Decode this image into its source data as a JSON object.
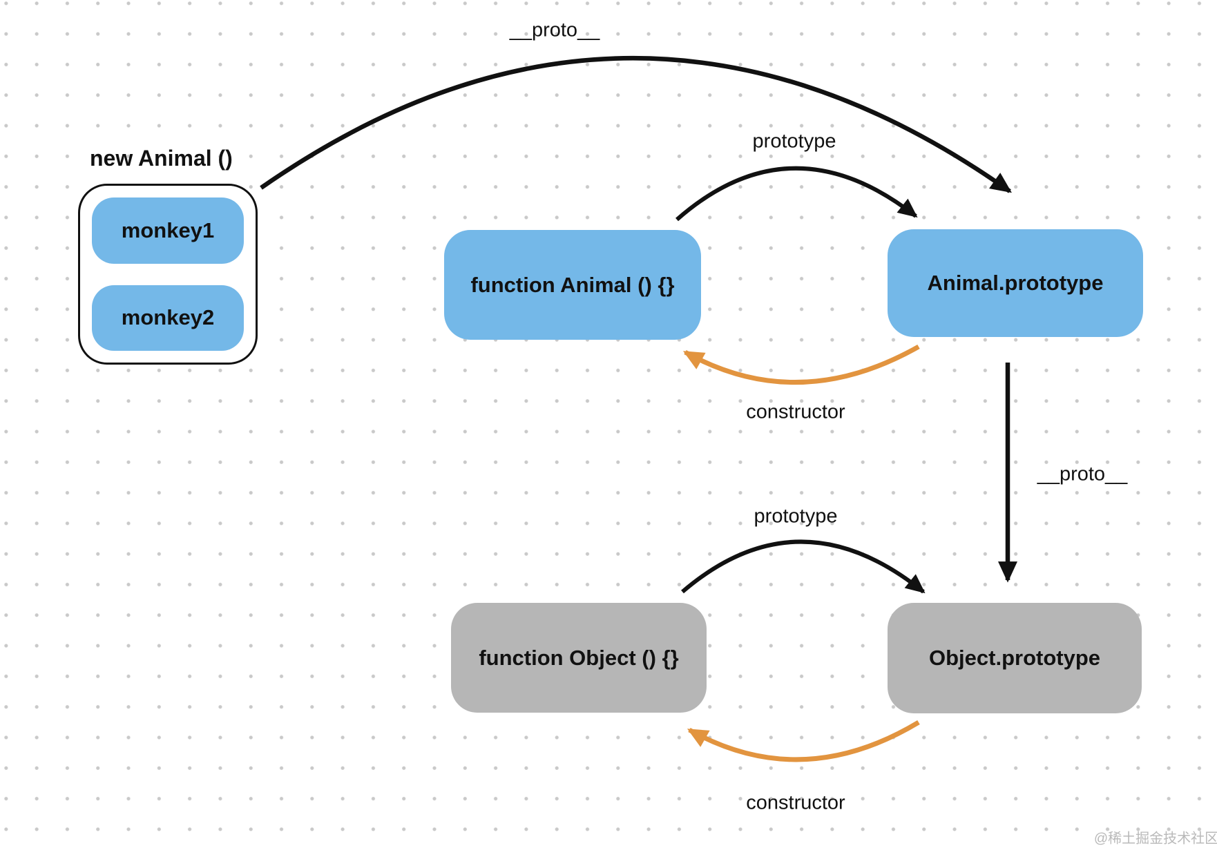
{
  "diagram": {
    "instance_group": {
      "title": "new Animal ()",
      "instances": [
        {
          "label": "monkey1"
        },
        {
          "label": "monkey2"
        }
      ]
    },
    "nodes": {
      "function_animal": "function Animal () {}",
      "animal_prototype": "Animal.prototype",
      "function_object": "function Object () {}",
      "object_prototype": "Object.prototype"
    },
    "edge_labels": {
      "proto_top": "__proto__",
      "prototype_upper": "prototype",
      "constructor_upper": "constructor",
      "proto_right": "__proto__",
      "prototype_lower": "prototype",
      "constructor_lower": "constructor"
    },
    "colors": {
      "node_blue": "#74b8e8",
      "node_gray": "#b6b6b6",
      "arrow_black": "#111111",
      "arrow_orange": "#e2943f"
    },
    "watermark": "@稀土掘金技术社区"
  }
}
